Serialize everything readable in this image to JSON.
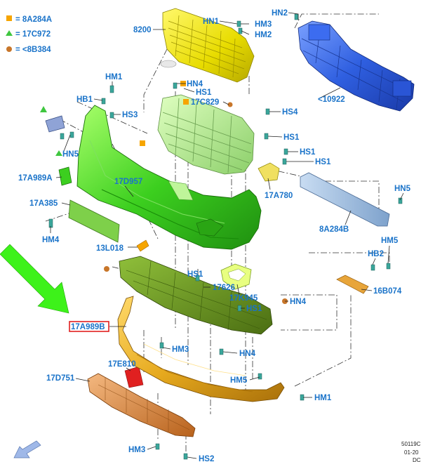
{
  "legend": [
    {
      "symbol": "square",
      "color": "#f6a500",
      "text": "= 8A284A"
    },
    {
      "symbol": "triangle",
      "color": "#3fc63f",
      "text": "= 17C972"
    },
    {
      "symbol": "circle",
      "color": "#c8762a",
      "text": "= <8B384"
    }
  ],
  "callouts": {
    "c_8200": "8200",
    "c_hn1": "HN1",
    "c_hm3_top": "HM3",
    "c_hm2": "HM2",
    "c_hn2": "HN2",
    "c_10922": "<10922",
    "c_hm1": "HM1",
    "c_hb1": "HB1",
    "c_hs3": "HS3",
    "c_hn4_top": "HN4",
    "c_hs1_a": "HS1",
    "c_17c829": "17C829",
    "c_hs4": "HS4",
    "c_hs1_b": "HS1",
    "c_hs1_c": "HS1",
    "c_hs1_d": "HS1",
    "c_hn5_left": "HN5",
    "c_17a989a": "17A989A",
    "c_17d957": "17D957",
    "c_17a780": "17A780",
    "c_hn5_right": "HN5",
    "c_17a385": "17A385",
    "c_8a284b": "8A284B",
    "c_hm4_left": "HM4",
    "c_13l018": "13L018",
    "c_hm5_right": "HM5",
    "c_hb2": "HB2",
    "c_hs1_e": "HS1",
    "c_17626": "17626",
    "c_16b074": "16B074",
    "c_17k945": "17K945",
    "c_hn4_mid": "HN4",
    "c_hs1_f": "HS1",
    "c_17a989b": "17A989B",
    "c_hm3_mid": "HM3",
    "c_hn4_low": "HN4",
    "c_17e810": "17E810",
    "c_17d751": "17D751",
    "c_hm5_low": "HM5",
    "c_hm1_low": "HM1",
    "c_hm3_bottom": "HM3",
    "c_hs2": "HS2"
  },
  "stamp": [
    "50119C",
    "01-20",
    "DC"
  ],
  "colors": {
    "label_blue": "#1a73c9",
    "grille_yellow": "#e8e000",
    "bumper_green": "#3ccf1f",
    "reinforcement_blue": "#2f5fe0",
    "shield_olive": "#5e8a1a",
    "lower_cover_gold": "#e6a91e",
    "valance_orange": "#d98d3a",
    "arrow_green": "#3df21a",
    "highlight_red": "#e02020"
  }
}
